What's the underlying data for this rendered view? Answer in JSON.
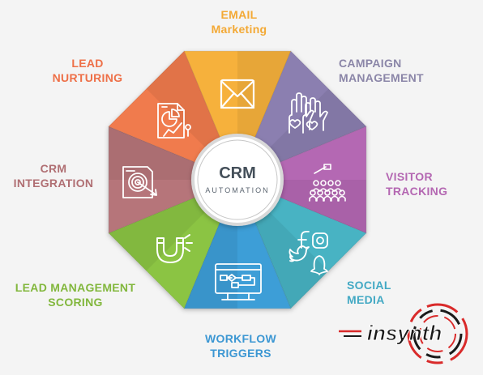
{
  "center": {
    "title": "CRM",
    "subtitle": "AUTOMATION",
    "title_color": "#45505a",
    "subtitle_color": "#5b6570"
  },
  "segments": [
    {
      "key": "email",
      "line1": "EMAIL",
      "line2": "Marketing",
      "color": "#f6b13c",
      "label_color": "#f3a935",
      "icon": "envelope-icon"
    },
    {
      "key": "campaign",
      "line1": "CAMPAIGN",
      "line2": "MANAGEMENT",
      "color": "#8b7fb0",
      "label_color": "#8b86a8",
      "icon": "raised-hands-icon"
    },
    {
      "key": "visitor",
      "line1": "VISITOR",
      "line2": "TRACKING",
      "color": "#b468b3",
      "label_color": "#b467b2",
      "icon": "audience-icon"
    },
    {
      "key": "social",
      "line1": "SOCIAL",
      "line2": "MEDIA",
      "color": "#48b3c3",
      "label_color": "#43a9c4",
      "icon": "social-media-icon"
    },
    {
      "key": "workflow",
      "line1": "WORKFLOW",
      "line2": "TRIGGERS",
      "color": "#3d9ed7",
      "label_color": "#3c97d3",
      "icon": "workflow-screen-icon"
    },
    {
      "key": "leadmgmt",
      "line1": "LEAD MANAGEMENT",
      "line2": "SCORING",
      "color": "#8bc443",
      "label_color": "#82b73d",
      "icon": "magnet-icon"
    },
    {
      "key": "integration",
      "line1": "CRM",
      "line2": "INTEGRATION",
      "color": "#b6757a",
      "label_color": "#b06f73",
      "icon": "target-document-icon"
    },
    {
      "key": "nurturing",
      "line1": "LEAD",
      "line2": "NURTURING",
      "color": "#f07b4d",
      "label_color": "#ee7048",
      "icon": "report-chart-icon"
    }
  ],
  "logo": {
    "text": "insynth",
    "color": "#1a1a1a",
    "accent": "#d92a2a"
  }
}
